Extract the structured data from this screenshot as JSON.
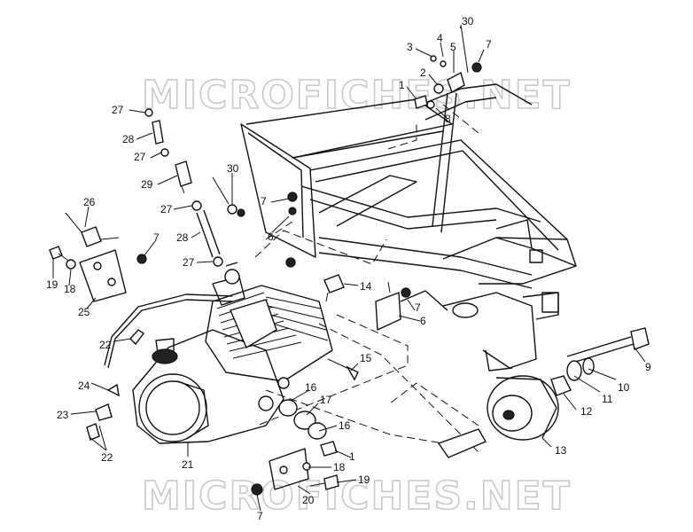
{
  "watermark": {
    "top": "MICROFICHES.NET",
    "bottom": "MICROFICHES.NET"
  },
  "callouts": [
    {
      "n": "30"
    },
    {
      "n": "4"
    },
    {
      "n": "3"
    },
    {
      "n": "5"
    },
    {
      "n": "7"
    },
    {
      "n": "2"
    },
    {
      "n": "1"
    },
    {
      "n": "8"
    },
    {
      "n": "27"
    },
    {
      "n": "28"
    },
    {
      "n": "27"
    },
    {
      "n": "29"
    },
    {
      "n": "30"
    },
    {
      "n": "27"
    },
    {
      "n": "28"
    },
    {
      "n": "27"
    },
    {
      "n": "26"
    },
    {
      "n": "7"
    },
    {
      "n": "6"
    },
    {
      "n": "7"
    },
    {
      "n": "19"
    },
    {
      "n": "18"
    },
    {
      "n": "25"
    },
    {
      "n": "14"
    },
    {
      "n": "7"
    },
    {
      "n": "6"
    },
    {
      "n": "22"
    },
    {
      "n": "15"
    },
    {
      "n": "9"
    },
    {
      "n": "24"
    },
    {
      "n": "10"
    },
    {
      "n": "11"
    },
    {
      "n": "16"
    },
    {
      "n": "17"
    },
    {
      "n": "12"
    },
    {
      "n": "23"
    },
    {
      "n": "16"
    },
    {
      "n": "22"
    },
    {
      "n": "21"
    },
    {
      "n": "1"
    },
    {
      "n": "13"
    },
    {
      "n": "18"
    },
    {
      "n": "19"
    },
    {
      "n": "20"
    },
    {
      "n": "7"
    }
  ]
}
